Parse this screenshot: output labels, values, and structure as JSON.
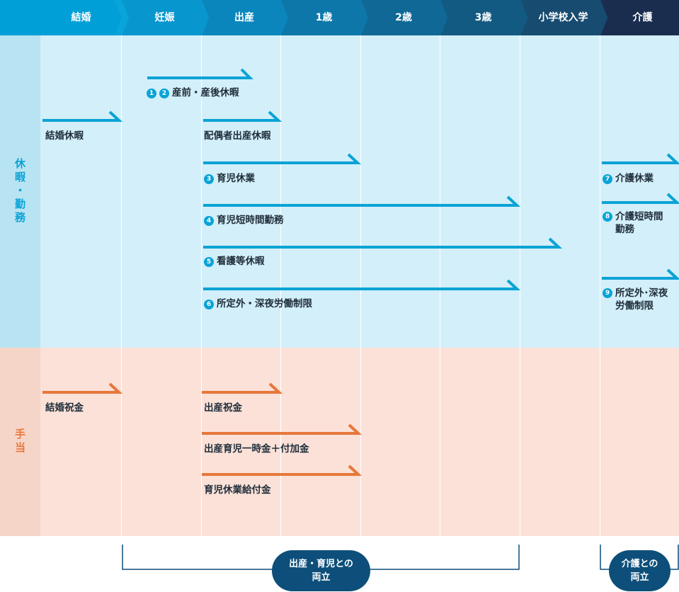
{
  "stages": [
    "結婚",
    "妊娠",
    "出産",
    "1歳",
    "2歳",
    "3歳",
    "小学校入学",
    "介護"
  ],
  "sections": {
    "leave": {
      "label": "休暇・勤務"
    },
    "allowance": {
      "label": "手当"
    }
  },
  "leave_items": [
    {
      "badges": [
        "1",
        "2"
      ],
      "label": "産前・産後休暇"
    },
    {
      "badges": [],
      "label": "結婚休暇"
    },
    {
      "badges": [],
      "label": "配偶者出産休暇"
    },
    {
      "badges": [
        "3"
      ],
      "label": "育児休業"
    },
    {
      "badges": [
        "4"
      ],
      "label": "育児短時間勤務"
    },
    {
      "badges": [
        "5"
      ],
      "label": "看護等休暇"
    },
    {
      "badges": [
        "6"
      ],
      "label": "所定外・深夜労働制限"
    },
    {
      "badges": [
        "7"
      ],
      "label": "介護休業"
    },
    {
      "badges": [
        "8"
      ],
      "label": "介護短時間\n勤務"
    },
    {
      "badges": [
        "9"
      ],
      "label": "所定外･深夜\n労働制限"
    }
  ],
  "allowance_items": [
    {
      "label": "結婚祝金"
    },
    {
      "label": "出産祝金"
    },
    {
      "label": "出産育児一時金＋付加金"
    },
    {
      "label": "育児休業給付金"
    }
  ],
  "brackets": {
    "childcare": "出産・育児との\n両立",
    "caregiving": "介護との\n両立"
  },
  "colors": {
    "leave_bg": "#d3eff9",
    "leave_sidebar": "#b8e3f2",
    "leave_accent": "#0aa3d6",
    "allowance_bg": "#fbe1d8",
    "allowance_sidebar": "#f6d5c9",
    "allowance_accent": "#e6773a",
    "pill": "#0d4f7a"
  }
}
